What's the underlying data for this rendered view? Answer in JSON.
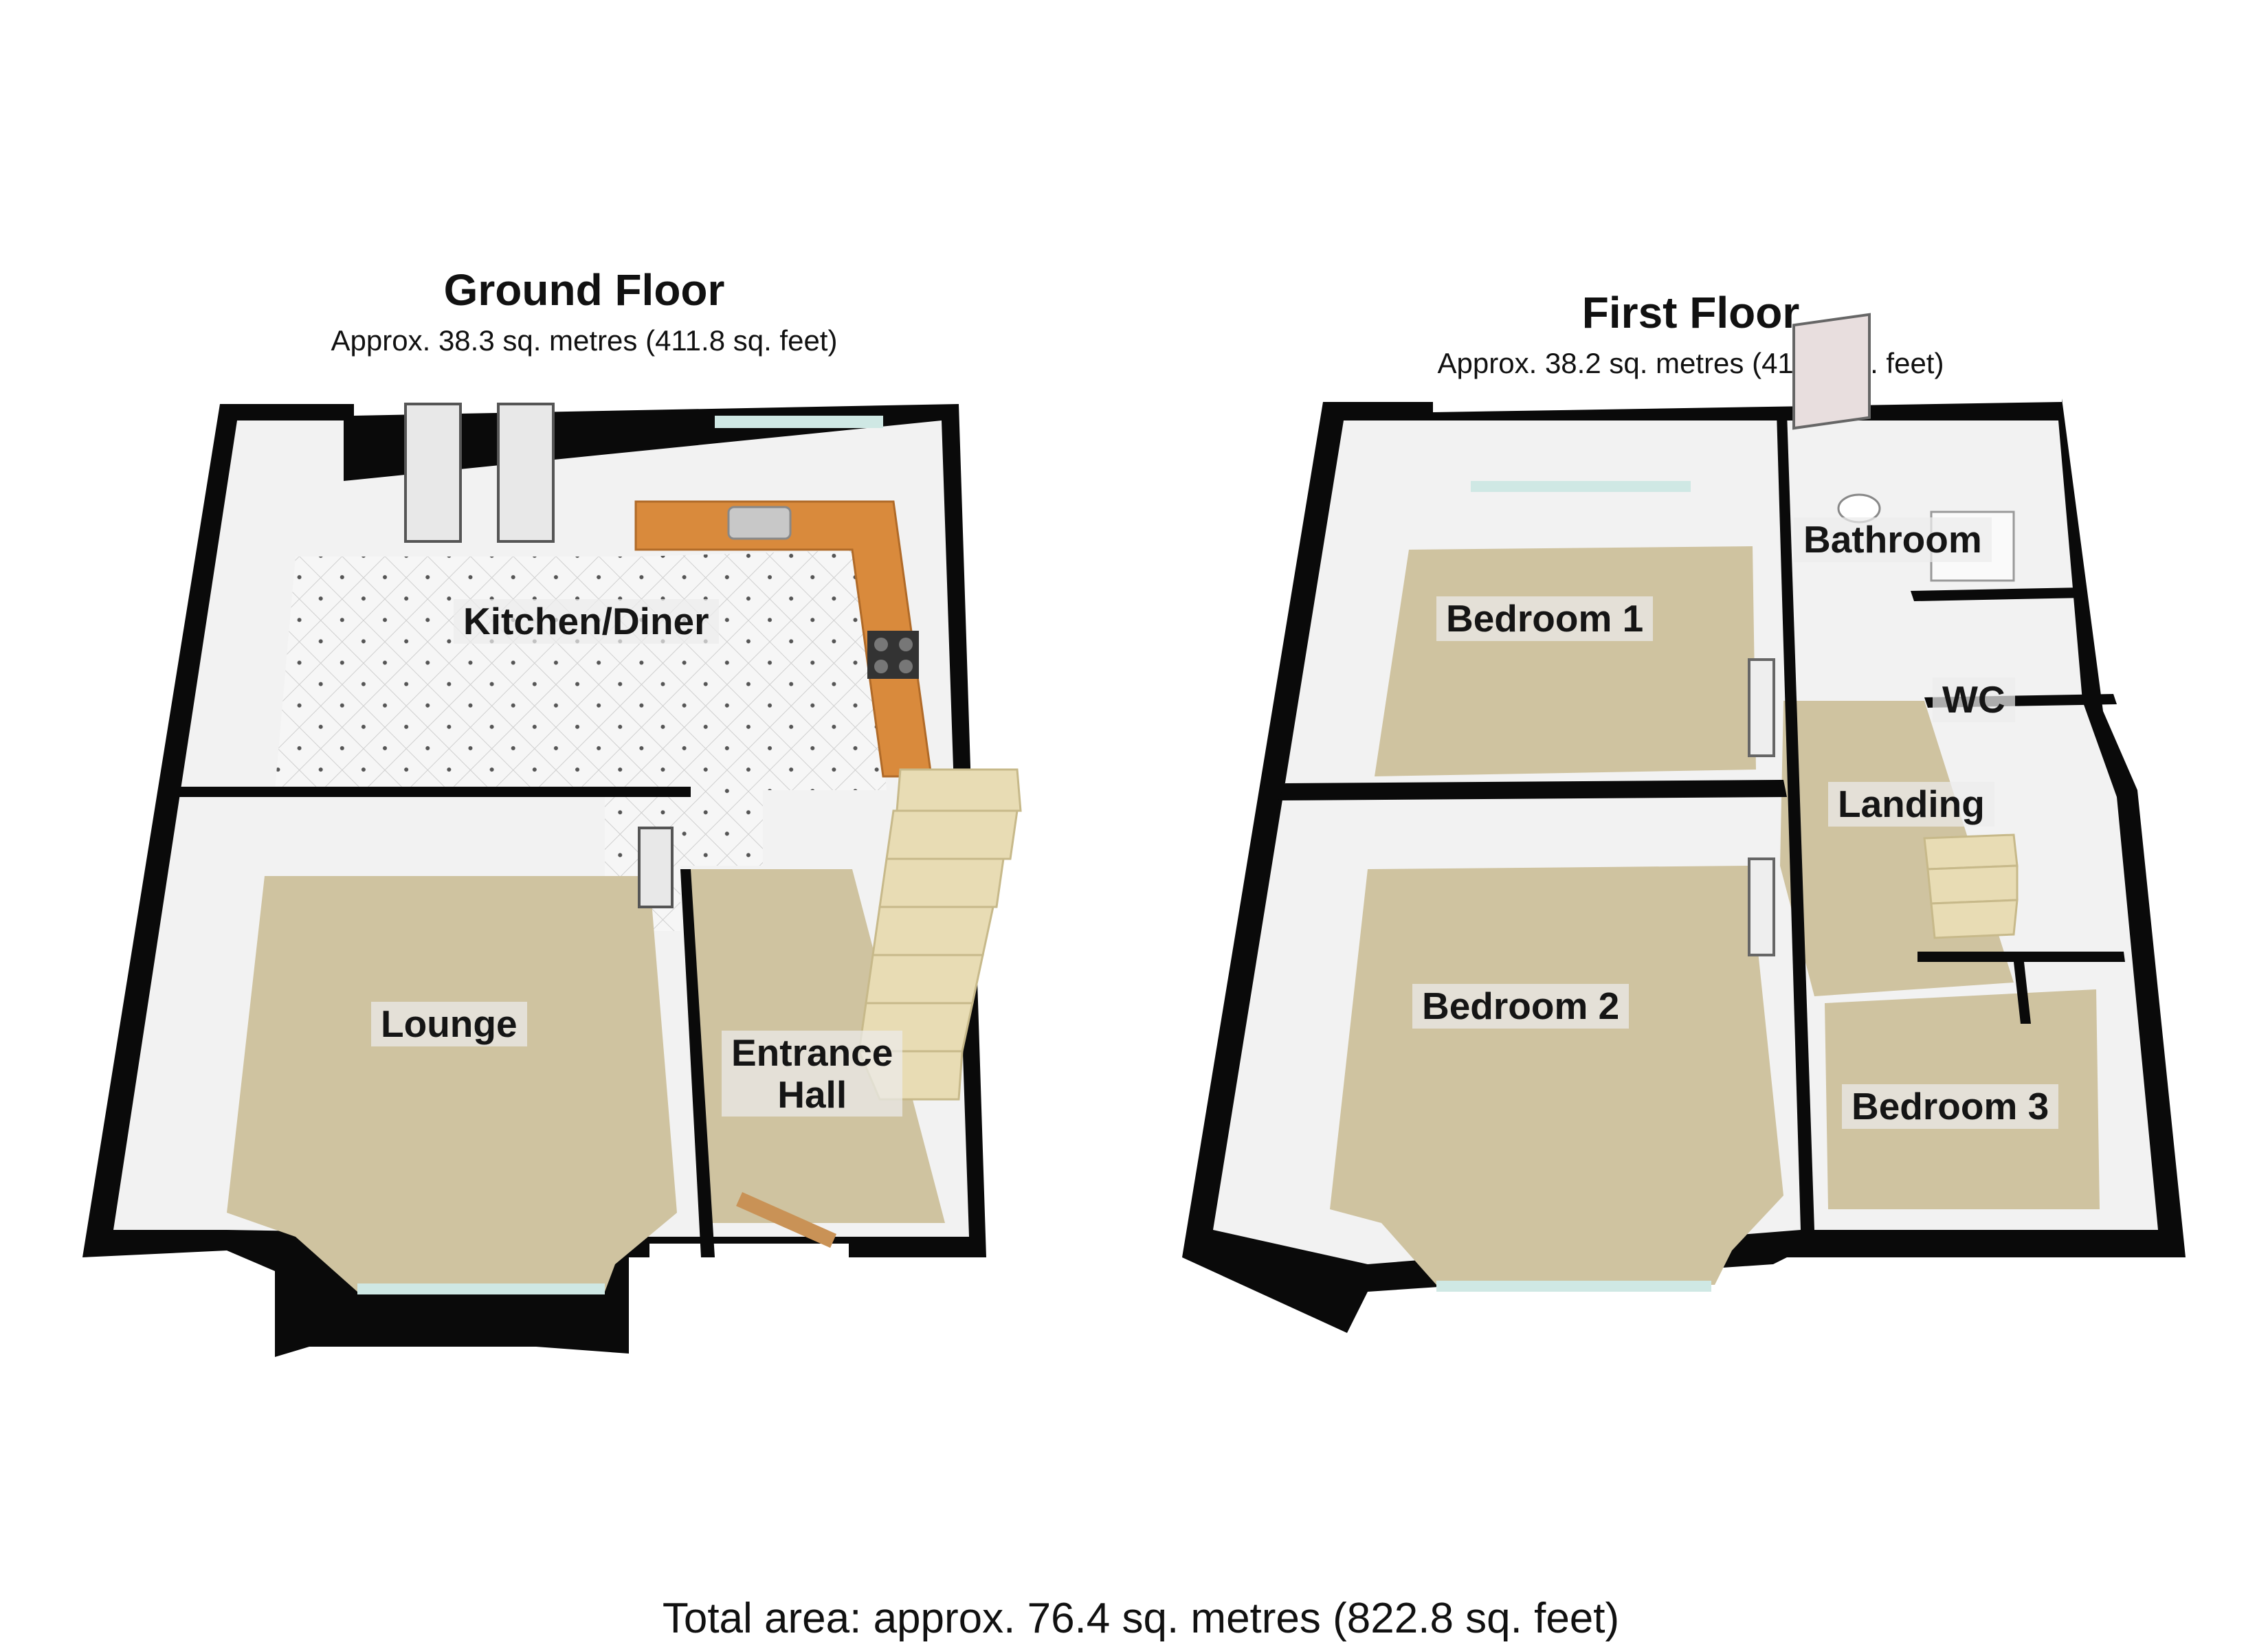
{
  "ground_floor": {
    "title": "Ground Floor",
    "area": "Approx. 38.3 sq. metres (411.8 sq. feet)",
    "rooms": {
      "kitchen": "Kitchen/Diner",
      "lounge": "Lounge",
      "hall_line1": "Entrance",
      "hall_line2": "Hall"
    }
  },
  "first_floor": {
    "title": "First Floor",
    "area": "Approx. 38.2 sq. metres (411.0 sq. feet)",
    "rooms": {
      "bedroom1": "Bedroom 1",
      "bedroom2": "Bedroom 2",
      "bedroom3": "Bedroom 3",
      "bathroom": "Bathroom",
      "wc": "WC",
      "landing": "Landing"
    }
  },
  "total_area": "Total area: approx. 76.4 sq. metres (822.8 sq. feet)",
  "colors": {
    "wall": "#0a0a0a",
    "inner_wall": "#f2f2f2",
    "carpet": "#cfc3a0",
    "tile": "#f4f4f4",
    "worktop": "#d98a3c",
    "stairs": "#e8dcb4",
    "window": "#cfe8e4"
  }
}
